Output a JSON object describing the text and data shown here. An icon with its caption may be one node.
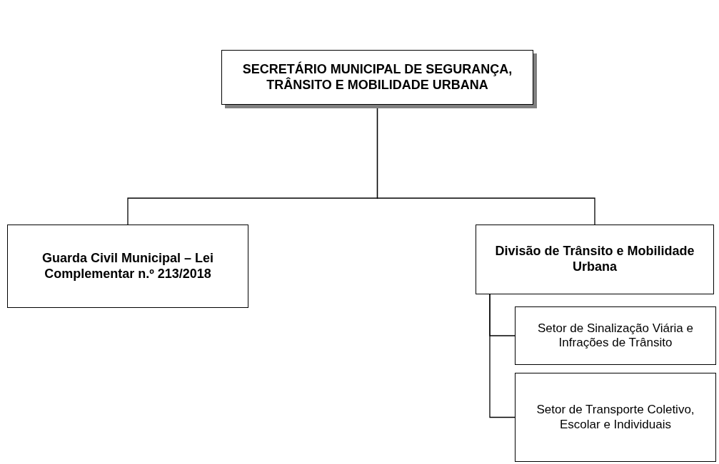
{
  "diagram": {
    "nodes": [
      {
        "text": [
          "SECRETÁRIO MUNICIPAL DE SEGURANÇA, TRÂNSITO E MOBILIDADE URBANA"
        ]
      },
      {
        "text": [
          "Guarda Civil Municipal – Lei Complementar n.º 213/2018"
        ]
      },
      {
        "text": [
          "Divisão de Trânsito e Mobilidade Urbana"
        ]
      },
      {
        "text": [
          "Setor de Sinalização Viária e Infrações de Trânsito"
        ]
      },
      {
        "text": [
          "Setor de Transporte Coletivo, Escolar e Individuais"
        ]
      }
    ],
    "edges": [
      {
        "from": 0,
        "to": 1,
        "arrow": "none"
      },
      {
        "from": 0,
        "to": 2,
        "arrow": "none"
      },
      {
        "from": 2,
        "to": 3,
        "arrow": "none"
      },
      {
        "from": 2,
        "to": 4,
        "arrow": "none"
      }
    ]
  }
}
